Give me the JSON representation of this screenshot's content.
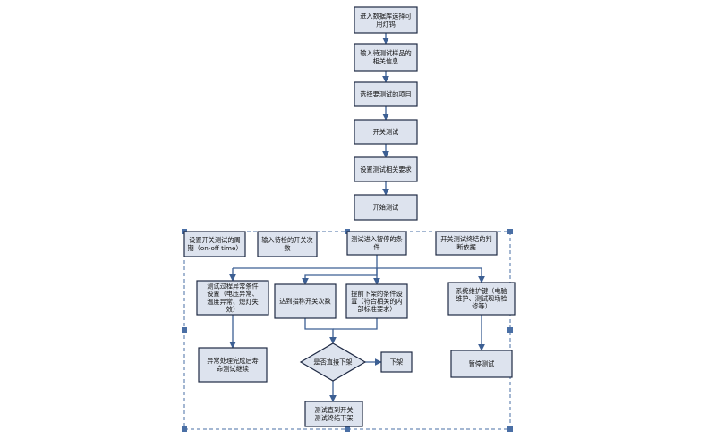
{
  "flowchart": {
    "nodes": {
      "n1": [
        "进入数据库选择可",
        "用灯钨"
      ],
      "n2": [
        "输入待测试样品的",
        "相关信息"
      ],
      "n3": [
        "选择要测试的项目"
      ],
      "n4": [
        "开关测试"
      ],
      "n5": [
        "设置测试相关要求"
      ],
      "n6": [
        "开始测试"
      ],
      "n7": [
        "设置开关测试的周",
        "期（on-off time）"
      ],
      "n8": [
        "输入待检的开关次",
        "数"
      ],
      "n9": [
        "测试进入智停的条",
        "件"
      ],
      "n10": [
        "开关测试终结的判",
        "断依据"
      ],
      "n11": [
        "测试过程异常条件",
        "设置（电压异常、",
        "温度异常、熄灯失",
        "效）"
      ],
      "n12": [
        "达到指称开关次数"
      ],
      "n13": [
        "提前下架的条件设",
        "置（符合相关的内",
        "部标准要求）"
      ],
      "n14": [
        "系统维护键（电脑",
        "维护、测试现场检",
        "修等）"
      ],
      "n15": [
        "异常处理完成后寿",
        "命测试继续"
      ],
      "n16": [
        "是否直接下架"
      ],
      "n17": [
        "下架"
      ],
      "n18": [
        "暂停测试"
      ],
      "n19": [
        "测试直到开关",
        "测试终结下架"
      ]
    }
  }
}
